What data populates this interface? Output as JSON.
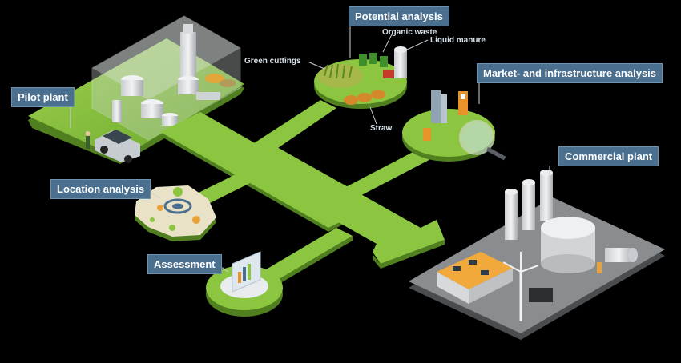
{
  "labels": {
    "pilot_plant": "Pilot plant",
    "potential_analysis": "Potential analysis",
    "market_infrastructure_analysis": "Market- and infrastructure analysis",
    "commercial_plant": "Commercial plant",
    "location_analysis": "Location analysis",
    "assessment": "Assessment"
  },
  "potential_items": {
    "organic_waste": "Organic waste",
    "liquid_manure": "Liquid manure",
    "green_cuttings": "Green cuttings",
    "straw": "Straw"
  },
  "colors": {
    "background": "#000000",
    "path_green": "#7db83a",
    "path_green_dark": "#4f7f1e",
    "label_bg": "#4a6f8f",
    "platform_gray": "#8a8d90"
  }
}
